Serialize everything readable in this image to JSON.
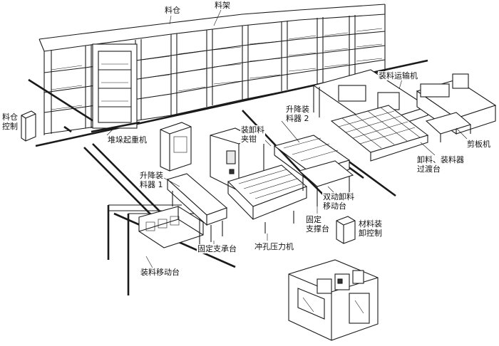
{
  "labels": {
    "material_bin": "料仓",
    "material_rack": "料架",
    "bin_control": "料仓\n控制",
    "stacker_crane": "堆垛起重机",
    "lifting_loader_1": "升降装\n料器 1",
    "lifting_loader_2": "升降装\n料器 2",
    "loading_transporter": "装料运输机",
    "unload_load_clamp": "装卸料\n夹钳",
    "shearing_machine": "剪板机",
    "transfer_table": "卸料、装料器\n过渡台",
    "double_unload_table": "双动卸料\n移动台",
    "fixed_support_table_right": "固定\n支撑台",
    "material_load_control": "材料装\n卸控制",
    "fixed_support_table_left": "固定支承台",
    "punch_press": "冲孔压力机",
    "loading_moving_table": "装料移动台"
  }
}
